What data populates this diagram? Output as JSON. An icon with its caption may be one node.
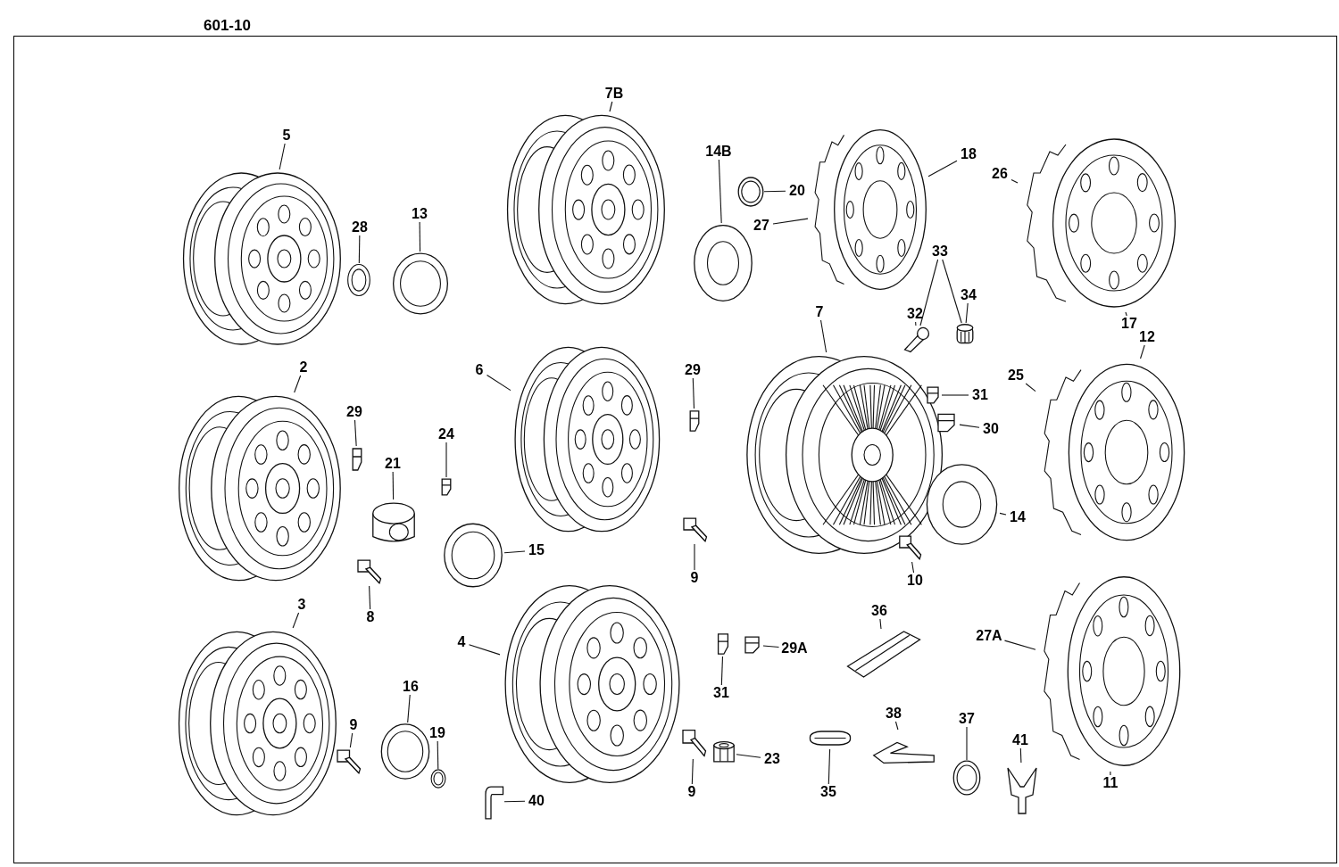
{
  "diagram": {
    "nodes": [
      {
        "text": [],
        "shape": "picture"
      },
      {
        "text": [
          "5"
        ]
      },
      {
        "text": [],
        "shape": "picture"
      },
      {
        "text": [
          "28"
        ]
      },
      {
        "text": [],
        "shape": "picture"
      },
      {
        "text": [
          "13"
        ]
      },
      {
        "text": [],
        "shape": "picture"
      },
      {
        "text": [
          "7B"
        ]
      },
      {
        "text": [],
        "shape": "picture"
      },
      {
        "text": [
          "14B"
        ]
      },
      {
        "text": [],
        "shape": "picture"
      },
      {
        "text": [
          "20"
        ]
      },
      {
        "text": [],
        "shape": "picture"
      },
      {
        "text": [
          "27"
        ]
      },
      {
        "text": [
          "18"
        ]
      },
      {
        "text": [],
        "shape": "picture"
      },
      {
        "text": [
          "26"
        ]
      },
      {
        "text": [
          "17"
        ]
      },
      {
        "text": [
          "33"
        ]
      },
      {
        "text": [],
        "shape": "picture"
      },
      {
        "text": [
          "32"
        ]
      },
      {
        "text": [],
        "shape": "picture"
      },
      {
        "text": [
          "34"
        ]
      },
      {
        "text": [],
        "shape": "picture"
      },
      {
        "text": [
          "7"
        ]
      },
      {
        "text": [],
        "shape": "picture"
      },
      {
        "text": [
          "31"
        ]
      },
      {
        "text": [],
        "shape": "picture"
      },
      {
        "text": [
          "30"
        ]
      },
      {
        "text": [],
        "shape": "picture"
      },
      {
        "text": [
          "25"
        ]
      },
      {
        "text": [
          "12"
        ]
      },
      {
        "text": [],
        "shape": "picture"
      },
      {
        "text": [
          "14"
        ]
      },
      {
        "text": [],
        "shape": "picture"
      },
      {
        "text": [
          "10"
        ]
      },
      {
        "text": [],
        "shape": "picture"
      },
      {
        "text": [
          "2"
        ]
      },
      {
        "text": [],
        "shape": "picture"
      },
      {
        "text": [
          "29"
        ]
      },
      {
        "text": [],
        "shape": "picture"
      },
      {
        "text": [
          "21"
        ]
      },
      {
        "text": [],
        "shape": "picture"
      },
      {
        "text": [
          "24"
        ]
      },
      {
        "text": [],
        "shape": "picture"
      },
      {
        "text": [
          "15"
        ]
      },
      {
        "text": [],
        "shape": "picture"
      },
      {
        "text": [
          "8"
        ]
      },
      {
        "text": [],
        "shape": "picture"
      },
      {
        "text": [
          "6"
        ]
      },
      {
        "text": [],
        "shape": "picture"
      },
      {
        "text": [
          "29"
        ]
      },
      {
        "text": [],
        "shape": "picture"
      },
      {
        "text": [
          "9"
        ]
      },
      {
        "text": [],
        "shape": "picture"
      },
      {
        "text": [
          "3"
        ]
      },
      {
        "text": [],
        "shape": "picture"
      },
      {
        "text": [
          "9"
        ]
      },
      {
        "text": [],
        "shape": "picture"
      },
      {
        "text": [
          "16"
        ]
      },
      {
        "text": [],
        "shape": "picture"
      },
      {
        "text": [
          "19"
        ]
      },
      {
        "text": [],
        "shape": "picture"
      },
      {
        "text": [
          "40"
        ]
      },
      {
        "text": [],
        "shape": "picture"
      },
      {
        "text": [
          "4"
        ]
      },
      {
        "text": [],
        "shape": "picture"
      },
      {
        "text": [
          "9"
        ]
      },
      {
        "text": [],
        "shape": "picture"
      },
      {
        "text": [
          "23"
        ]
      },
      {
        "text": [],
        "shape": "picture"
      },
      {
        "text": [
          "31"
        ]
      },
      {
        "text": [],
        "shape": "picture"
      },
      {
        "text": [
          "29A"
        ]
      },
      {
        "text": [],
        "shape": "picture"
      },
      {
        "text": [
          "36"
        ]
      },
      {
        "text": [],
        "shape": "picture"
      },
      {
        "text": [
          "38"
        ]
      },
      {
        "text": [],
        "shape": "picture"
      },
      {
        "text": [
          "35"
        ]
      },
      {
        "text": [],
        "shape": "picture"
      },
      {
        "text": [
          "37"
        ]
      },
      {
        "text": [],
        "shape": "picture"
      },
      {
        "text": [
          "41"
        ]
      },
      {
        "text": [],
        "shape": "picture"
      },
      {
        "text": [
          "27A"
        ]
      },
      {
        "text": [
          "11"
        ]
      }
    ],
    "edges": [
      {
        "from": 1,
        "to": 0,
        "arrow": "none"
      },
      {
        "from": 3,
        "to": 2,
        "arrow": "none"
      },
      {
        "from": 5,
        "to": 4,
        "arrow": "none"
      },
      {
        "from": 7,
        "to": 6,
        "arrow": "none"
      },
      {
        "from": 9,
        "to": 8,
        "arrow": "none"
      },
      {
        "from": 11,
        "to": 10,
        "arrow": "none"
      },
      {
        "from": 13,
        "to": 12,
        "arrow": "none"
      },
      {
        "from": 14,
        "to": 12,
        "arrow": "none"
      },
      {
        "from": 16,
        "to": 15,
        "arrow": "none"
      },
      {
        "from": 17,
        "to": 15,
        "arrow": "none"
      },
      {
        "from": 18,
        "to": 19,
        "arrow": "none"
      },
      {
        "from": 18,
        "to": 21,
        "arrow": "none"
      },
      {
        "from": 20,
        "to": 19,
        "arrow": "none"
      },
      {
        "from": 22,
        "to": 21,
        "arrow": "none"
      },
      {
        "from": 24,
        "to": 23,
        "arrow": "none"
      },
      {
        "from": 26,
        "to": 25,
        "arrow": "none"
      },
      {
        "from": 28,
        "to": 27,
        "arrow": "none"
      },
      {
        "from": 30,
        "to": 29,
        "arrow": "none"
      },
      {
        "from": 31,
        "to": 29,
        "arrow": "none"
      },
      {
        "from": 33,
        "to": 32,
        "arrow": "none"
      },
      {
        "from": 35,
        "to": 34,
        "arrow": "none"
      },
      {
        "from": 37,
        "to": 36,
        "arrow": "none"
      },
      {
        "from": 39,
        "to": 38,
        "arrow": "none"
      },
      {
        "from": 41,
        "to": 40,
        "arrow": "none"
      },
      {
        "from": 43,
        "to": 42,
        "arrow": "none"
      },
      {
        "from": 45,
        "to": 44,
        "arrow": "none"
      },
      {
        "from": 47,
        "to": 46,
        "arrow": "none"
      },
      {
        "from": 49,
        "to": 48,
        "arrow": "none"
      },
      {
        "from": 51,
        "to": 50,
        "arrow": "none"
      },
      {
        "from": 53,
        "to": 52,
        "arrow": "none"
      },
      {
        "from": 55,
        "to": 54,
        "arrow": "none"
      },
      {
        "from": 57,
        "to": 56,
        "arrow": "none"
      },
      {
        "from": 59,
        "to": 58,
        "arrow": "none"
      },
      {
        "from": 61,
        "to": 60,
        "arrow": "none"
      },
      {
        "from": 63,
        "to": 62,
        "arrow": "none"
      },
      {
        "from": 65,
        "to": 64,
        "arrow": "none"
      },
      {
        "from": 67,
        "to": 66,
        "arrow": "none"
      },
      {
        "from": 69,
        "to": 68,
        "arrow": "none"
      },
      {
        "from": 71,
        "to": 70,
        "arrow": "none"
      },
      {
        "from": 73,
        "to": 72,
        "arrow": "none"
      },
      {
        "from": 75,
        "to": 74,
        "arrow": "none"
      },
      {
        "from": 77,
        "to": 76,
        "arrow": "none"
      },
      {
        "from": 79,
        "to": 78,
        "arrow": "none"
      },
      {
        "from": 81,
        "to": 80,
        "arrow": "none"
      },
      {
        "from": 83,
        "to": 82,
        "arrow": "none"
      },
      {
        "from": 85,
        "to": 84,
        "arrow": "none"
      },
      {
        "from": 86,
        "to": 84,
        "arrow": "none"
      }
    ],
    "labels": [
      "601-10"
    ]
  }
}
